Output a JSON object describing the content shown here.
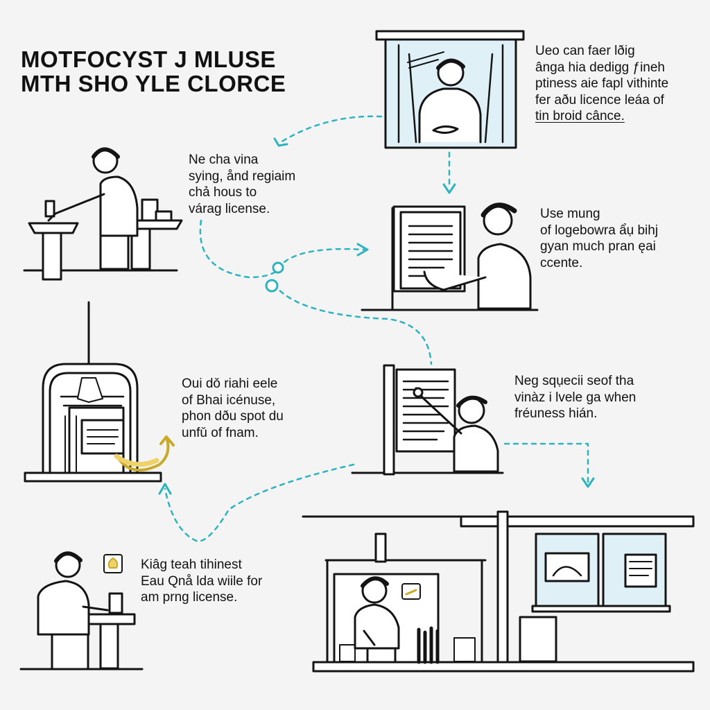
{
  "title": {
    "line1": "MOTFOCYST J MLUSE",
    "line2": "MTH SHO YLE CLORCE"
  },
  "steps": [
    {
      "lines": [
        "Ueo can faer lðig",
        "ânga hia dedigg ƒineh",
        "ptiness aie fapl vithinte",
        "fer aðu licence leáa of",
        "tin broid cânce."
      ]
    },
    {
      "lines": [
        "Ne cha vina",
        "sying, ånd regiaim",
        "chả hous to",
        "várag license."
      ]
    },
    {
      "lines": [
        "Use mung",
        "of logebowra ẩụ bihj",
        "gyan much pran ęai",
        "ccente."
      ]
    },
    {
      "lines": [
        "Oui dǒ riahi eele",
        "of Bhai icénuse,",
        "phon dðu spot du",
        "unfǔ of fnam."
      ]
    },
    {
      "lines": [
        "Neg sqụecii seof tha",
        "vinàz i lvele ga when",
        "fréuness hián."
      ]
    },
    {
      "lines": [
        "Kiâg teah tihinest",
        "Eau Qnå lda wiile for",
        "am prng license."
      ]
    }
  ],
  "colors": {
    "line": "#141414",
    "accent_teal": "#2bb3bf",
    "accent_yellow": "#f0d26a",
    "panel_blue": "#dff1f7"
  }
}
